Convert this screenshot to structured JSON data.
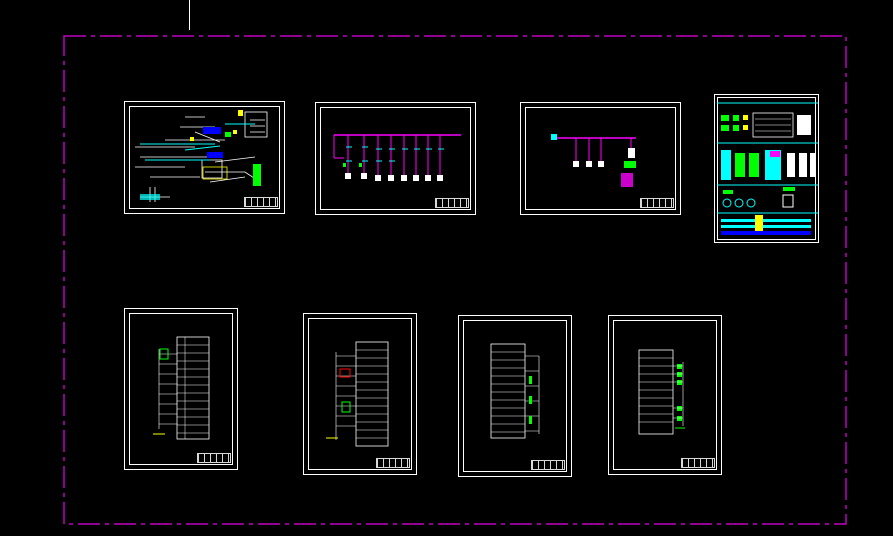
{
  "drawing": {
    "background": "#000000",
    "boundary_color": "#c000c0",
    "line_color": "#ffffff",
    "accent_colors": [
      "#00ffff",
      "#ff00ff",
      "#00ff00",
      "#ffff00",
      "#0000ff",
      "#ff0000"
    ]
  },
  "sheets": [
    {
      "name": "sheet-site-plan",
      "kind": "landscape"
    },
    {
      "name": "sheet-power-system-diagram",
      "kind": "landscape"
    },
    {
      "name": "sheet-small-system-diagram",
      "kind": "landscape"
    },
    {
      "name": "sheet-equipment-legend",
      "kind": "portrait-colored"
    },
    {
      "name": "sheet-terminal-schematic-1",
      "kind": "portrait"
    },
    {
      "name": "sheet-terminal-schematic-2",
      "kind": "portrait"
    },
    {
      "name": "sheet-terminal-schematic-3",
      "kind": "portrait"
    },
    {
      "name": "sheet-terminal-schematic-4",
      "kind": "portrait"
    }
  ]
}
